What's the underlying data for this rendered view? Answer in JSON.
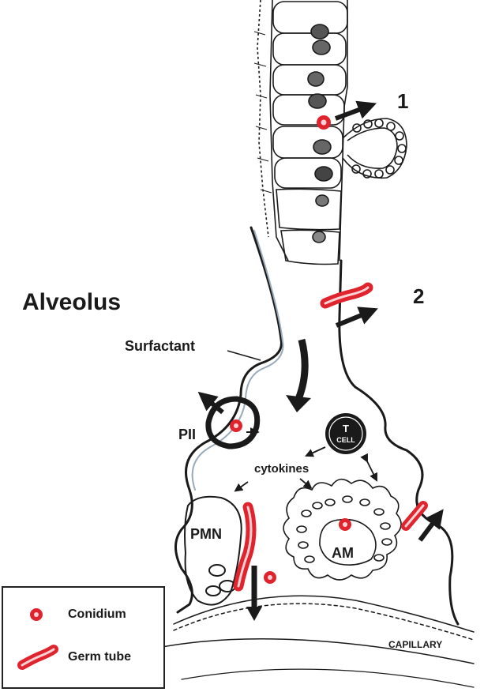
{
  "labels": {
    "step_1": "1",
    "step_2": "2",
    "alveolus": "Alveolus",
    "surfactant": "Surfactant",
    "pneumocyte": "PII",
    "t_cell_letter": "T",
    "t_cell_word": "CELL",
    "cytokines": "cytokines",
    "pmn": "PMN",
    "am": "AM",
    "capillary": "CAPILLARY"
  },
  "legend": {
    "items": [
      {
        "symbol": "conidium-icon",
        "label": "Conidium"
      },
      {
        "symbol": "germ-tube-icon",
        "label": "Germ tube"
      }
    ]
  },
  "colors": {
    "fungus_red": "#e0242e",
    "fungus_core": "#fbd3d6",
    "ink": "#1a1a1a",
    "surfactant_line": "#9aaab8"
  }
}
